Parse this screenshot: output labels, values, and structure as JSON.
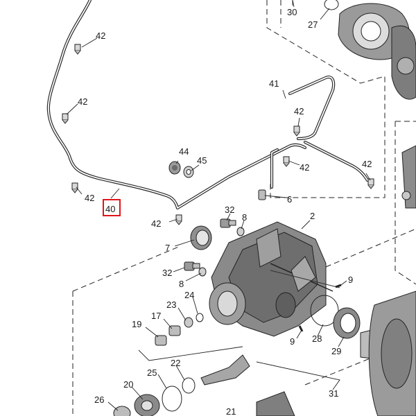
{
  "diagram": {
    "highlight_color": "#e0141c",
    "line_color": "#222222",
    "part_fill": "#8a8a8a",
    "part_fill_dark": "#5c5c5c",
    "highlighted_label": "40",
    "labels": {
      "l30": "30",
      "l27": "27",
      "l42a": "42",
      "l42b": "42",
      "l42c": "42",
      "l42d": "42",
      "l42e": "42",
      "l42f": "42",
      "l42g": "42",
      "l41": "41",
      "l44": "44",
      "l45": "45",
      "l6": "6",
      "l40": "40",
      "l32a": "32",
      "l8a": "8",
      "l2": "2",
      "l7": "7",
      "l32b": "32",
      "l8b": "8",
      "l9a": "9",
      "l24": "24",
      "l23": "23",
      "l17": "17",
      "l19": "19",
      "l9b": "9",
      "l28": "28",
      "l29": "29",
      "l22": "22",
      "l25": "25",
      "l20": "20",
      "l26": "26",
      "l21": "21",
      "l31": "31"
    }
  }
}
